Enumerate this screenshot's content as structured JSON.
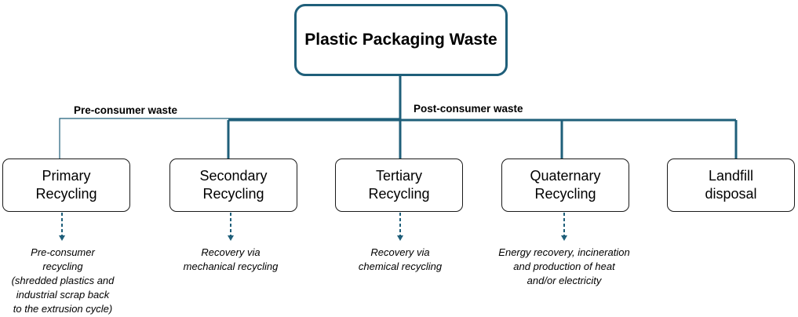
{
  "root": {
    "title": "Plastic Packaging Waste"
  },
  "branches": {
    "pre_consumer": "Pre-consumer waste",
    "post_consumer": "Post-consumer waste"
  },
  "nodes": [
    {
      "label": "Primary\nRecycling",
      "note": "Pre-consumer\nrecycling\n(shredded plastics and\nindustrial scrap back\nto the extrusion cycle)"
    },
    {
      "label": "Secondary\nRecycling",
      "note": "Recovery via\nmechanical recycling"
    },
    {
      "label": "Tertiary\nRecycling",
      "note": "Recovery via\nchemical recycling"
    },
    {
      "label": "Quaternary\nRecycling",
      "note": "Energy recovery, incineration\nand production of heat\nand/or electricity"
    },
    {
      "label": "Landfill\ndisposal",
      "note": ""
    }
  ],
  "colors": {
    "accent": "#1f5f7a",
    "line": "#1f5f7a",
    "border": "#1a1a1a"
  }
}
